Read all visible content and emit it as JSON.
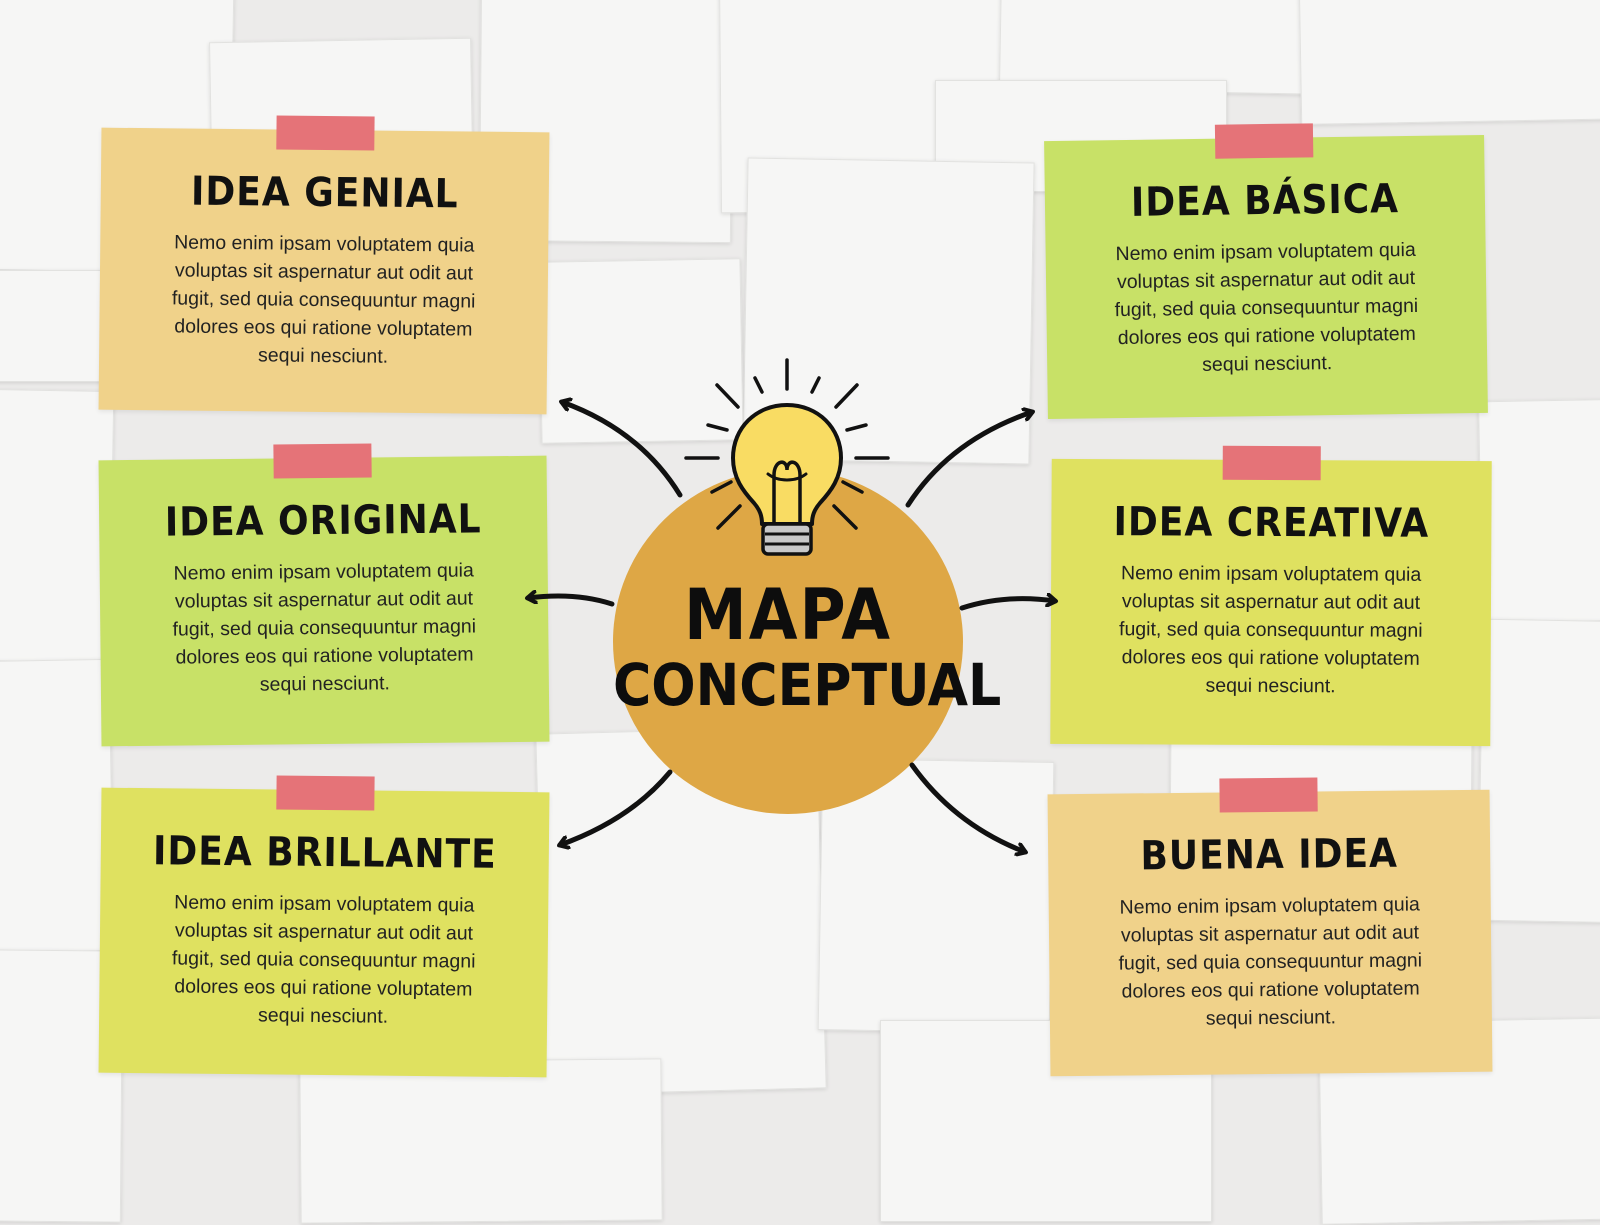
{
  "center": {
    "title_line1": "MAPA",
    "title_line2": "CONCEPTUAL"
  },
  "notes": [
    {
      "title": "IDEA GENIAL",
      "text": "Nemo enim ipsam voluptatem quia voluptas sit aspernatur aut odit aut fugit, sed quia consequuntur magni dolores eos qui ratione voluptatem sequi nesciunt."
    },
    {
      "title": "IDEA BÁSICA",
      "text": "Nemo enim ipsam voluptatem quia voluptas sit aspernatur aut odit aut fugit, sed quia consequuntur magni dolores eos qui ratione voluptatem sequi nesciunt."
    },
    {
      "title": "IDEA ORIGINAL",
      "text": "Nemo enim ipsam voluptatem quia voluptas sit aspernatur aut odit aut fugit, sed quia consequuntur magni dolores eos qui ratione voluptatem sequi nesciunt."
    },
    {
      "title": "IDEA CREATIVA",
      "text": "Nemo enim ipsam voluptatem quia voluptas sit aspernatur aut odit aut fugit, sed quia consequuntur magni dolores eos qui ratione voluptatem sequi nesciunt."
    },
    {
      "title": "IDEA BRILLANTE",
      "text": "Nemo enim ipsam voluptatem quia voluptas sit aspernatur aut odit aut fugit, sed quia consequuntur magni dolores eos qui ratione voluptatem sequi nesciunt."
    },
    {
      "title": "BUENA IDEA",
      "text": "Nemo enim ipsam voluptatem quia voluptas sit aspernatur aut odit aut fugit, sed quia consequuntur magni dolores eos qui ratione voluptatem sequi nesciunt."
    }
  ],
  "colors": {
    "orange_note": "#f0d28a",
    "green_note": "#c8e167",
    "yellow_note": "#dfe160",
    "tape": "#e57378",
    "center_circle": "#dea745",
    "bulb": "#f9dc63"
  },
  "icons": {
    "center": "lightbulb-icon"
  }
}
